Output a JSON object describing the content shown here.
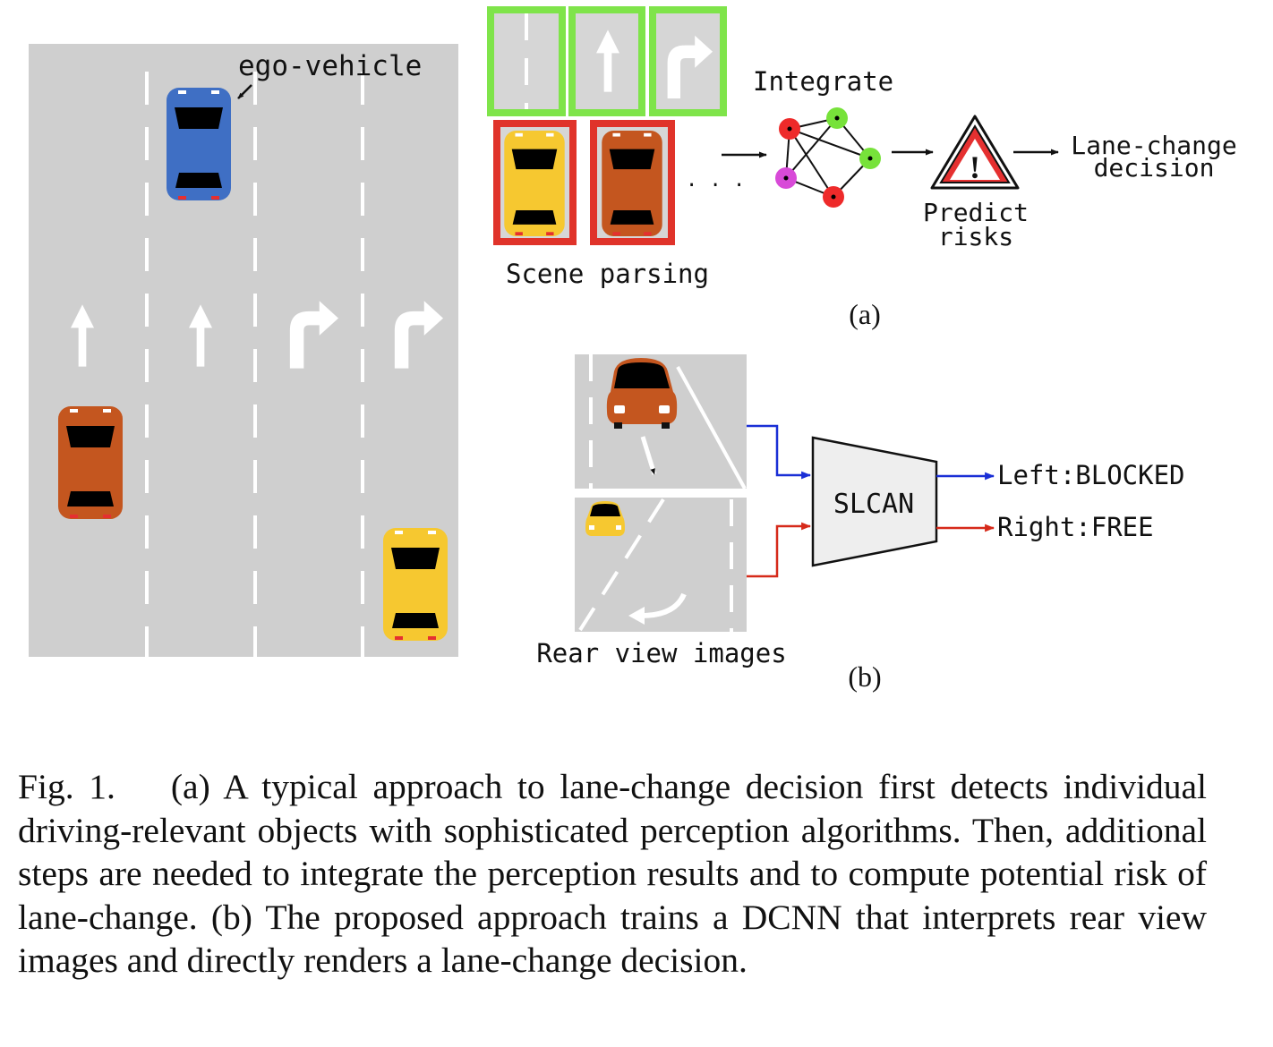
{
  "panel_a": {
    "ego_label": "ego-vehicle",
    "integrate_label": "Integrate",
    "scene_parsing_label": "Scene parsing",
    "predict_label_line1": "Predict",
    "predict_label_line2": "risks",
    "decision_label_line1": "Lane-change",
    "decision_label_line2": "decision",
    "ellipsis": ". . .",
    "exclamation": "!",
    "sublabel": "(a)"
  },
  "panel_b": {
    "rear_view_label": "Rear view images",
    "model_label": "SLCAN",
    "left_output": "Left:BLOCKED",
    "right_output": "Right:FREE",
    "sublabel": "(b)"
  },
  "caption": {
    "label": "Fig. 1.",
    "text": "(a) A typical approach to lane-change decision first detects individual driving-relevant objects with sophisticated perception algorithms. Then, additional steps are needed to integrate the perception results and to compute potential risk of lane-change. (b) The proposed approach trains a DCNN that interprets rear view images and directly renders a lane-change decision."
  },
  "colors": {
    "road": "#cfcfcf",
    "blue_car": "#3f6fc4",
    "orange_car": "#c4561f",
    "yellow_car": "#f6c830",
    "green_box": "#7fe44a",
    "red_box": "#e0332a",
    "arrow_blue": "#1a2fd6",
    "arrow_red": "#d62a1a"
  }
}
